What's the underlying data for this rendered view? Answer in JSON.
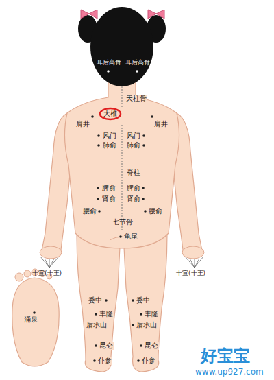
{
  "diagram": {
    "nodes": [
      {
        "text": [
          "大椎"
        ]
      }
    ],
    "labels": [
      "耳后高骨",
      "耳后高骨",
      "天柱骨",
      "肩井",
      "肩井",
      "风门",
      "风门",
      "肺俞",
      "肺俞",
      "脊柱",
      "脾俞",
      "脾俞",
      "肾俞",
      "肾俞",
      "腰俞",
      "腰俞",
      "七节骨",
      "龟尾",
      "十宣(十王)",
      "十宣(十王)",
      "涌泉",
      "委中",
      "委中",
      "丰隆",
      "丰隆",
      "后承山",
      "后承山",
      "昆仑",
      "昆仑",
      "仆参",
      "仆参",
      "好宝宝",
      "www.up927.com"
    ]
  }
}
